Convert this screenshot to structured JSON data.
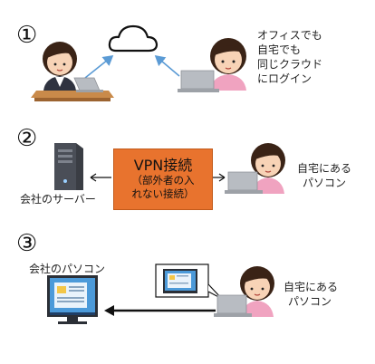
{
  "section1": {
    "number": "①",
    "caption": [
      "オフィスでも",
      "自宅でも",
      "同じクラウド",
      "にログイン"
    ]
  },
  "section2": {
    "number": "②",
    "server_label": "会社のサーバー",
    "vpn_title": "VPN接続",
    "vpn_sub": [
      "（部外者の入",
      "れない接続）"
    ],
    "home_label": [
      "自宅にある",
      "パソコン"
    ]
  },
  "section3": {
    "number": "③",
    "company_pc_label": "会社のパソコン",
    "home_label": [
      "自宅にある",
      "パソコン"
    ]
  },
  "colors": {
    "vpn_fill": "#e8732e",
    "arrow_blue": "#5b9bd5",
    "arrow_black": "#111111",
    "skin": "#f7d3b6",
    "hair": "#3a2316",
    "shirt_green": "#3d9a63",
    "shirt_pink": "#f0a3c0",
    "laptop": "#b8bcc2"
  }
}
